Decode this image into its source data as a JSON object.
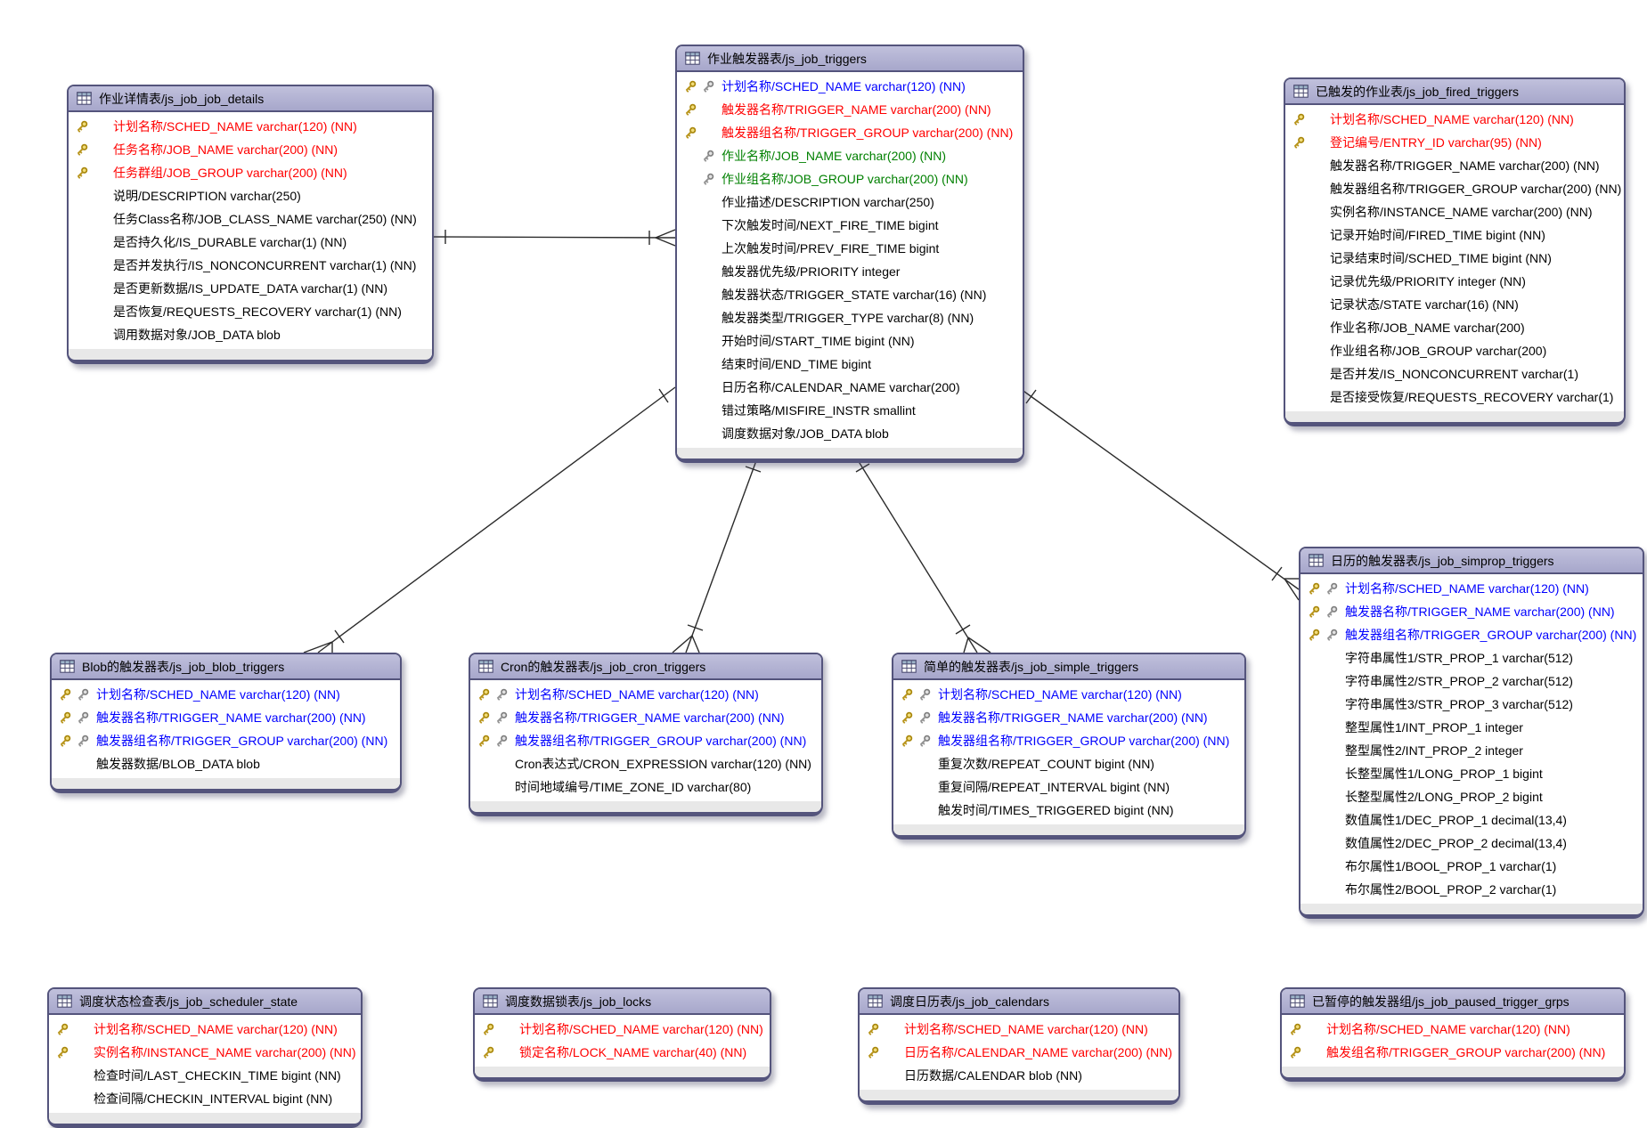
{
  "diagram": {
    "type": "entity-relationship",
    "colors": {
      "header_fill": "#b3b3d4",
      "table_border": "#54547c",
      "primary_key_text": "#ff0000",
      "composite_pkfk_text": "#0000ff",
      "foreign_key_text": "#008000",
      "field_text": "#000000",
      "footer_strip": "#e8e8e8",
      "gold_key": "#c9a227",
      "silver_key": "#9a9a9a",
      "relationship_line": "#2b2b2b",
      "background": "#ffffff"
    },
    "icons": {
      "table": "table-grid-icon",
      "primary_key": "gold-key-icon",
      "foreign_key": "silver-key-icon"
    }
  },
  "entities": [
    {
      "id": "js_job_job_details",
      "title": "作业详情表/js_job_job_details",
      "fields": [
        {
          "text": "计划名称/SCHED_NAME varchar(120) (NN)",
          "keys": "pk"
        },
        {
          "text": "任务名称/JOB_NAME varchar(200) (NN)",
          "keys": "pk"
        },
        {
          "text": "任务群组/JOB_GROUP varchar(200) (NN)",
          "keys": "pk"
        },
        {
          "text": "说明/DESCRIPTION varchar(250)",
          "keys": ""
        },
        {
          "text": "任务Class名称/JOB_CLASS_NAME varchar(250) (NN)",
          "keys": ""
        },
        {
          "text": "是否持久化/IS_DURABLE varchar(1) (NN)",
          "keys": ""
        },
        {
          "text": "是否并发执行/IS_NONCONCURRENT varchar(1) (NN)",
          "keys": ""
        },
        {
          "text": "是否更新数据/IS_UPDATE_DATA varchar(1) (NN)",
          "keys": ""
        },
        {
          "text": "是否恢复/REQUESTS_RECOVERY varchar(1) (NN)",
          "keys": ""
        },
        {
          "text": "调用数据对象/JOB_DATA blob",
          "keys": ""
        }
      ]
    },
    {
      "id": "js_job_triggers",
      "title": "作业触发器表/js_job_triggers",
      "fields": [
        {
          "text": "计划名称/SCHED_NAME varchar(120) (NN)",
          "keys": "pkfk"
        },
        {
          "text": "触发器名称/TRIGGER_NAME varchar(200) (NN)",
          "keys": "pk"
        },
        {
          "text": "触发器组名称/TRIGGER_GROUP varchar(200) (NN)",
          "keys": "pk"
        },
        {
          "text": "作业名称/JOB_NAME varchar(200) (NN)",
          "keys": "fk"
        },
        {
          "text": "作业组名称/JOB_GROUP varchar(200) (NN)",
          "keys": "fk"
        },
        {
          "text": "作业描述/DESCRIPTION varchar(250)",
          "keys": ""
        },
        {
          "text": "下次触发时间/NEXT_FIRE_TIME bigint",
          "keys": ""
        },
        {
          "text": "上次触发时间/PREV_FIRE_TIME bigint",
          "keys": ""
        },
        {
          "text": "触发器优先级/PRIORITY integer",
          "keys": ""
        },
        {
          "text": "触发器状态/TRIGGER_STATE varchar(16) (NN)",
          "keys": ""
        },
        {
          "text": "触发器类型/TRIGGER_TYPE varchar(8) (NN)",
          "keys": ""
        },
        {
          "text": "开始时间/START_TIME bigint (NN)",
          "keys": ""
        },
        {
          "text": "结束时间/END_TIME bigint",
          "keys": ""
        },
        {
          "text": "日历名称/CALENDAR_NAME varchar(200)",
          "keys": ""
        },
        {
          "text": "错过策略/MISFIRE_INSTR smallint",
          "keys": ""
        },
        {
          "text": "调度数据对象/JOB_DATA blob",
          "keys": ""
        }
      ]
    },
    {
      "id": "js_job_fired_triggers",
      "title": "已触发的作业表/js_job_fired_triggers",
      "fields": [
        {
          "text": "计划名称/SCHED_NAME varchar(120) (NN)",
          "keys": "pk"
        },
        {
          "text": "登记编号/ENTRY_ID varchar(95) (NN)",
          "keys": "pk"
        },
        {
          "text": "触发器名称/TRIGGER_NAME varchar(200) (NN)",
          "keys": ""
        },
        {
          "text": "触发器组名称/TRIGGER_GROUP varchar(200) (NN)",
          "keys": ""
        },
        {
          "text": "实例名称/INSTANCE_NAME varchar(200) (NN)",
          "keys": ""
        },
        {
          "text": "记录开始时间/FIRED_TIME bigint (NN)",
          "keys": ""
        },
        {
          "text": "记录结束时间/SCHED_TIME bigint (NN)",
          "keys": ""
        },
        {
          "text": "记录优先级/PRIORITY integer (NN)",
          "keys": ""
        },
        {
          "text": "记录状态/STATE varchar(16) (NN)",
          "keys": ""
        },
        {
          "text": "作业名称/JOB_NAME varchar(200)",
          "keys": ""
        },
        {
          "text": "作业组名称/JOB_GROUP varchar(200)",
          "keys": ""
        },
        {
          "text": "是否并发/IS_NONCONCURRENT varchar(1)",
          "keys": ""
        },
        {
          "text": "是否接受恢复/REQUESTS_RECOVERY varchar(1)",
          "keys": ""
        }
      ]
    },
    {
      "id": "js_job_blob_triggers",
      "title": "Blob的触发器表/js_job_blob_triggers",
      "fields": [
        {
          "text": "计划名称/SCHED_NAME varchar(120) (NN)",
          "keys": "pkfk"
        },
        {
          "text": "触发器名称/TRIGGER_NAME varchar(200) (NN)",
          "keys": "pkfk"
        },
        {
          "text": "触发器组名称/TRIGGER_GROUP varchar(200) (NN)",
          "keys": "pkfk"
        },
        {
          "text": "触发器数据/BLOB_DATA blob",
          "keys": ""
        }
      ]
    },
    {
      "id": "js_job_cron_triggers",
      "title": "Cron的触发器表/js_job_cron_triggers",
      "fields": [
        {
          "text": "计划名称/SCHED_NAME varchar(120) (NN)",
          "keys": "pkfk"
        },
        {
          "text": "触发器名称/TRIGGER_NAME varchar(200) (NN)",
          "keys": "pkfk"
        },
        {
          "text": "触发器组名称/TRIGGER_GROUP varchar(200) (NN)",
          "keys": "pkfk"
        },
        {
          "text": "Cron表达式/CRON_EXPRESSION varchar(120) (NN)",
          "keys": ""
        },
        {
          "text": "时间地域编号/TIME_ZONE_ID varchar(80)",
          "keys": ""
        }
      ]
    },
    {
      "id": "js_job_simple_triggers",
      "title": "简单的触发器表/js_job_simple_triggers",
      "fields": [
        {
          "text": "计划名称/SCHED_NAME varchar(120) (NN)",
          "keys": "pkfk"
        },
        {
          "text": "触发器名称/TRIGGER_NAME varchar(200) (NN)",
          "keys": "pkfk"
        },
        {
          "text": "触发器组名称/TRIGGER_GROUP varchar(200) (NN)",
          "keys": "pkfk"
        },
        {
          "text": "重复次数/REPEAT_COUNT bigint (NN)",
          "keys": ""
        },
        {
          "text": "重复间隔/REPEAT_INTERVAL bigint (NN)",
          "keys": ""
        },
        {
          "text": "触发时间/TIMES_TRIGGERED bigint (NN)",
          "keys": ""
        }
      ]
    },
    {
      "id": "js_job_simprop_triggers",
      "title": "日历的触发器表/js_job_simprop_triggers",
      "fields": [
        {
          "text": "计划名称/SCHED_NAME varchar(120) (NN)",
          "keys": "pkfk"
        },
        {
          "text": "触发器名称/TRIGGER_NAME varchar(200) (NN)",
          "keys": "pkfk"
        },
        {
          "text": "触发器组名称/TRIGGER_GROUP varchar(200) (NN)",
          "keys": "pkfk"
        },
        {
          "text": "字符串属性1/STR_PROP_1 varchar(512)",
          "keys": ""
        },
        {
          "text": "字符串属性2/STR_PROP_2 varchar(512)",
          "keys": ""
        },
        {
          "text": "字符串属性3/STR_PROP_3 varchar(512)",
          "keys": ""
        },
        {
          "text": "整型属性1/INT_PROP_1 integer",
          "keys": ""
        },
        {
          "text": "整型属性2/INT_PROP_2 integer",
          "keys": ""
        },
        {
          "text": "长整型属性1/LONG_PROP_1 bigint",
          "keys": ""
        },
        {
          "text": "长整型属性2/LONG_PROP_2 bigint",
          "keys": ""
        },
        {
          "text": "数值属性1/DEC_PROP_1 decimal(13,4)",
          "keys": ""
        },
        {
          "text": "数值属性2/DEC_PROP_2 decimal(13,4)",
          "keys": ""
        },
        {
          "text": "布尔属性1/BOOL_PROP_1 varchar(1)",
          "keys": ""
        },
        {
          "text": "布尔属性2/BOOL_PROP_2 varchar(1)",
          "keys": ""
        }
      ]
    },
    {
      "id": "js_job_scheduler_state",
      "title": "调度状态检查表/js_job_scheduler_state",
      "fields": [
        {
          "text": "计划名称/SCHED_NAME varchar(120) (NN)",
          "keys": "pk"
        },
        {
          "text": "实例名称/INSTANCE_NAME varchar(200) (NN)",
          "keys": "pk"
        },
        {
          "text": "检查时间/LAST_CHECKIN_TIME bigint (NN)",
          "keys": ""
        },
        {
          "text": "检查间隔/CHECKIN_INTERVAL bigint (NN)",
          "keys": ""
        }
      ]
    },
    {
      "id": "js_job_locks",
      "title": "调度数据锁表/js_job_locks",
      "fields": [
        {
          "text": "计划名称/SCHED_NAME varchar(120) (NN)",
          "keys": "pk"
        },
        {
          "text": "锁定名称/LOCK_NAME varchar(40) (NN)",
          "keys": "pk"
        }
      ]
    },
    {
      "id": "js_job_calendars",
      "title": "调度日历表/js_job_calendars",
      "fields": [
        {
          "text": "计划名称/SCHED_NAME varchar(120) (NN)",
          "keys": "pk"
        },
        {
          "text": "日历名称/CALENDAR_NAME varchar(200) (NN)",
          "keys": "pk"
        },
        {
          "text": "日历数据/CALENDAR blob (NN)",
          "keys": ""
        }
      ]
    },
    {
      "id": "js_job_paused_trigger_grps",
      "title": "已暂停的触发器组/js_job_paused_trigger_grps",
      "fields": [
        {
          "text": "计划名称/SCHED_NAME varchar(120) (NN)",
          "keys": "pk"
        },
        {
          "text": "触发组名称/TRIGGER_GROUP varchar(200) (NN)",
          "keys": "pk"
        }
      ]
    }
  ],
  "relationships": [
    {
      "from": "js_job_job_details",
      "to": "js_job_triggers",
      "cardinality": "one-to-many"
    },
    {
      "from": "js_job_triggers",
      "to": "js_job_blob_triggers",
      "cardinality": "one-to-many"
    },
    {
      "from": "js_job_triggers",
      "to": "js_job_cron_triggers",
      "cardinality": "one-to-many"
    },
    {
      "from": "js_job_triggers",
      "to": "js_job_simple_triggers",
      "cardinality": "one-to-many"
    },
    {
      "from": "js_job_triggers",
      "to": "js_job_simprop_triggers",
      "cardinality": "one-to-many"
    }
  ]
}
